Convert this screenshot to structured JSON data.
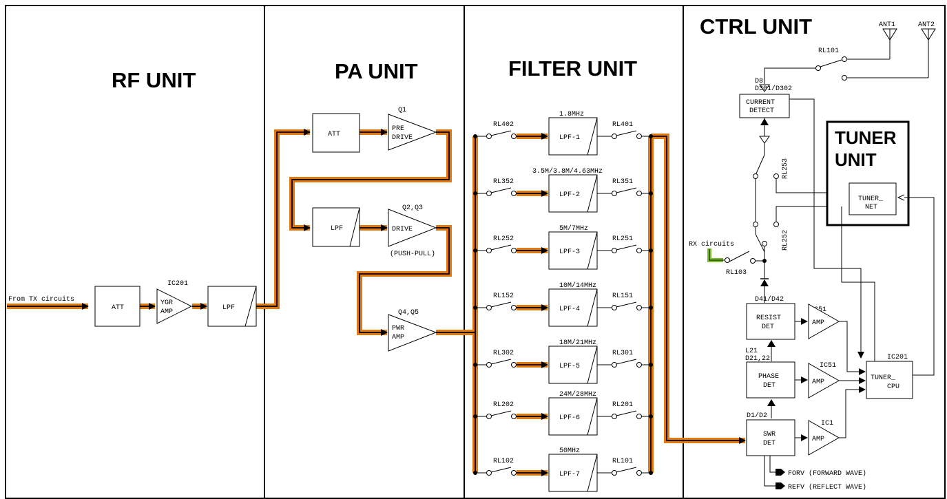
{
  "units": {
    "rf": "RF UNIT",
    "pa": "PA UNIT",
    "filter": "FILTER UNIT",
    "ctrl": "CTRL UNIT",
    "tuner_line1": "TUNER",
    "tuner_line2": "UNIT"
  },
  "rf": {
    "input": "From TX circuits",
    "att": "ATT",
    "ic": "IC201",
    "amp_line1": "YGR",
    "amp_line2": "AMP",
    "lpf": "LPF"
  },
  "pa": {
    "att": "ATT",
    "q1": "Q1",
    "predrive_line1": "PRE",
    "predrive_line2": "DRIVE",
    "lpf": "LPF",
    "q23": "Q2,Q3",
    "drive": "DRIVE",
    "pushpull": "(PUSH-PULL)",
    "q45": "Q4,Q5",
    "pwr_line1": "PWR",
    "pwr_line2": "AMP"
  },
  "filters": [
    {
      "freq": "1.8MHz",
      "name": "LPF-1",
      "rl_in": "RL402",
      "rl_out": "RL401"
    },
    {
      "freq": "3.5M/3.8M/4.63MHz",
      "name": "LPF-2",
      "rl_in": "RL352",
      "rl_out": "RL351"
    },
    {
      "freq": "5M/7MHz",
      "name": "LPF-3",
      "rl_in": "RL252",
      "rl_out": "RL251"
    },
    {
      "freq": "10M/14MHz",
      "name": "LPF-4",
      "rl_in": "RL152",
      "rl_out": "RL151"
    },
    {
      "freq": "18M/21MHz",
      "name": "LPF-5",
      "rl_in": "RL302",
      "rl_out": "RL301"
    },
    {
      "freq": "24M/28MHz",
      "name": "LPF-6",
      "rl_in": "RL202",
      "rl_out": "RL201"
    },
    {
      "freq": "50MHz",
      "name": "LPF-7",
      "rl_in": "RL102",
      "rl_out": "RL101"
    }
  ],
  "ctrl": {
    "ant1": "ANT1",
    "ant2": "ANT2",
    "rl101": "RL101",
    "d8": "D8",
    "d301": "D301/D302",
    "current_line1": "CURRENT",
    "current_line2": "DETECT",
    "rl253": "RL253",
    "rl252": "RL252",
    "tuner_net_line1": "TUNER_",
    "tuner_net_line2": "NET",
    "rx": "RX circuits",
    "rl103": "RL103",
    "d41": "D41/D42",
    "resist_line1": "RESIST",
    "resist_line2": "DET",
    "amp": "AMP",
    "ic51a": "IC51",
    "ic51b": "IC51",
    "ic1": "IC1",
    "l21": "L21",
    "d21": "D21,22",
    "phase_line1": "PHASE",
    "phase_line2": "DET",
    "d1": "D1/D2",
    "swr_line1": "SWR",
    "swr_line2": "DET",
    "ic201": "IC201",
    "cpu_line1": "TUNER_",
    "cpu_line2": "CPU",
    "forv": "FORV (FORWARD WAVE)",
    "refv": "REFV (REFLECT WAVE)"
  },
  "colors": {
    "signal": "#e07a10",
    "rx_path": "#7bbf2a"
  }
}
